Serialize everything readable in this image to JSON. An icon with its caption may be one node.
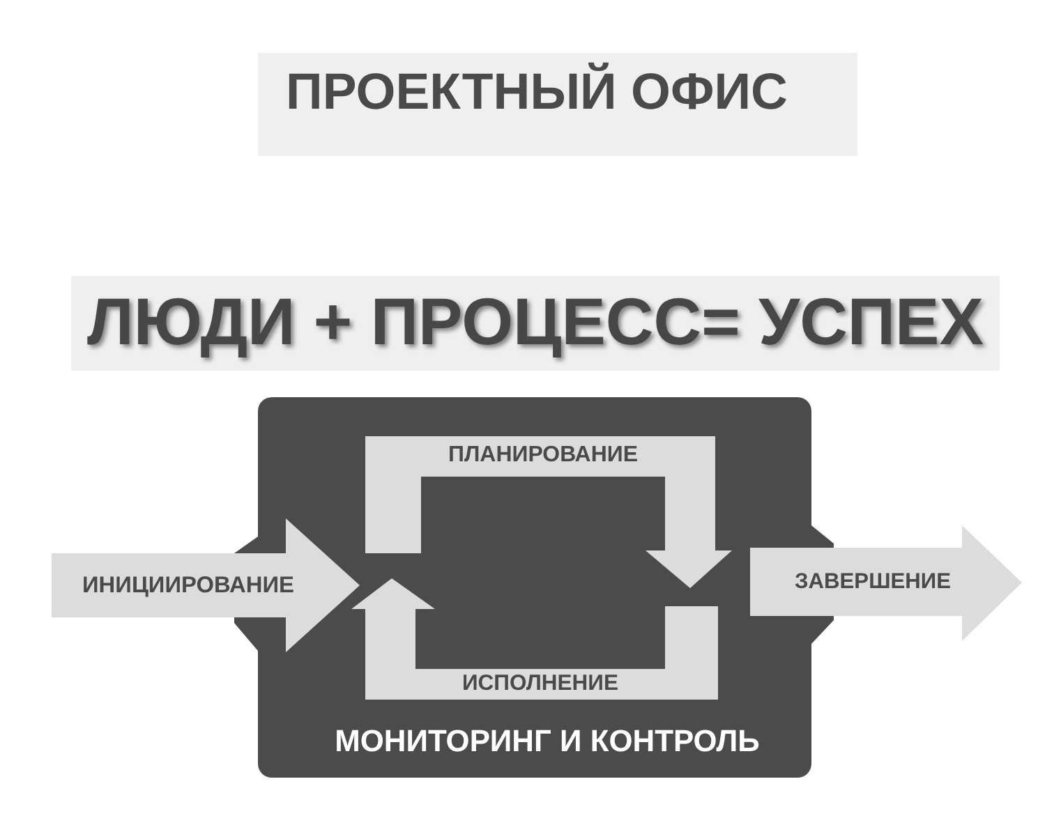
{
  "diagram": {
    "title": "ПРОЕКТНЫЙ ОФИС",
    "nodes": [
      {
        "text": [
          "МОНИТОРИНГ И КОНТРОЛЬ"
        ]
      },
      {
        "text": [
          "ИНИЦИИРОВАНИЕ"
        ]
      },
      {
        "text": [
          "ПЛАНИРОВАНИЕ"
        ],
        "in": 0
      },
      {
        "text": [
          "ИСПОЛНЕНИЕ"
        ],
        "in": 0
      },
      {
        "text": [
          "ЗАВЕРШЕНИЕ"
        ]
      }
    ],
    "labels": [
      "ЛЮДИ + ПРОЦЕСС= УСПЕХ"
    ]
  }
}
